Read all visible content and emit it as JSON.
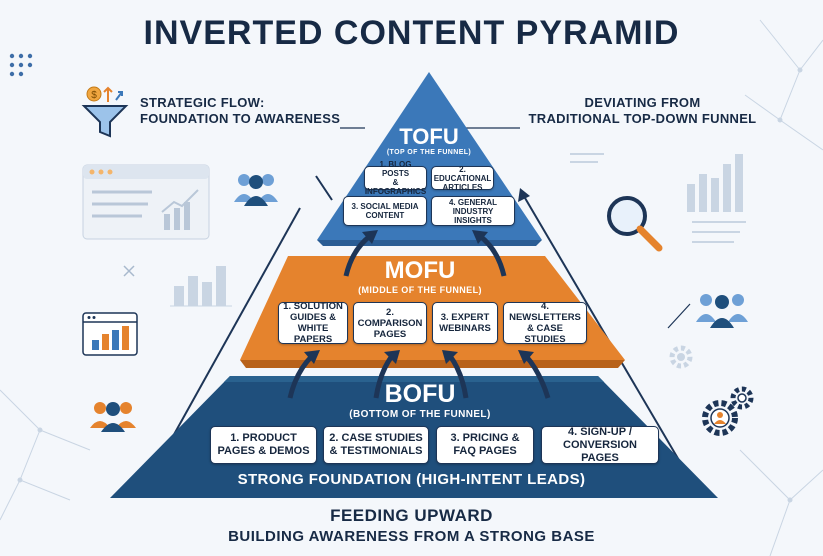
{
  "title": "INVERTED CONTENT PYRAMID",
  "left_note": {
    "line1": "STRATEGIC FLOW:",
    "line2": "FOUNDATION TO AWARENESS"
  },
  "right_note": {
    "line1": "DEVIATING FROM",
    "line2": "TRADITIONAL TOP-DOWN FUNNEL"
  },
  "tofu": {
    "title": "TOFU",
    "subtitle": "(TOP OF THE FUNNEL)",
    "items": [
      {
        "l1": "1. BLOG POSTS",
        "l2": "& INFOGRAPHICS"
      },
      {
        "l1": "2. EDUCATIONAL",
        "l2": "ARTICLES"
      },
      {
        "l1": "3. SOCIAL MEDIA",
        "l2": "CONTENT"
      },
      {
        "l1": "4. GENERAL",
        "l2": "INDUSTRY INSIGHTS"
      }
    ]
  },
  "mofu": {
    "title": "MOFU",
    "subtitle": "(MIDDLE OF THE FUNNEL)",
    "items": [
      {
        "l1": "1. SOLUTION",
        "l2": "GUIDES &",
        "l3": "WHITE PAPERS"
      },
      {
        "l1": "2. COMPARISON",
        "l2": "PAGES"
      },
      {
        "l1": "3. EXPERT",
        "l2": "WEBINARS"
      },
      {
        "l1": "4. NEWSLETTERS",
        "l2": "& CASE STUDIES"
      }
    ]
  },
  "bofu": {
    "title": "BOFU",
    "subtitle": "(BOTTOM OF THE FUNNEL)",
    "items": [
      {
        "l1": "1. PRODUCT",
        "l2": "PAGES & DEMOS"
      },
      {
        "l1": "2. CASE STUDIES",
        "l2": "& TESTIMONIALS"
      },
      {
        "l1": "3. PRICING &",
        "l2": "FAQ PAGES"
      },
      {
        "l1": "4. SIGN-UP /",
        "l2": "CONVERSION PAGES"
      }
    ],
    "foundation": "STRONG FOUNDATION (HIGH-INTENT LEADS)"
  },
  "footer": {
    "title": "FEEDING UPWARD",
    "subtitle": "BUILDING AWARENESS FROM A STRONG BASE"
  },
  "colors": {
    "tofu": "#3b78b9",
    "mofu": "#e5832d",
    "bofu": "#1f4f7c",
    "text": "#172a45",
    "accent": "#e5832d"
  },
  "icons": [
    "funnel-icon",
    "dollar-icon",
    "users-icon",
    "bar-chart-icon",
    "browser-chart-icon",
    "magnifier-icon",
    "gear-icon",
    "sparkle-icon"
  ]
}
